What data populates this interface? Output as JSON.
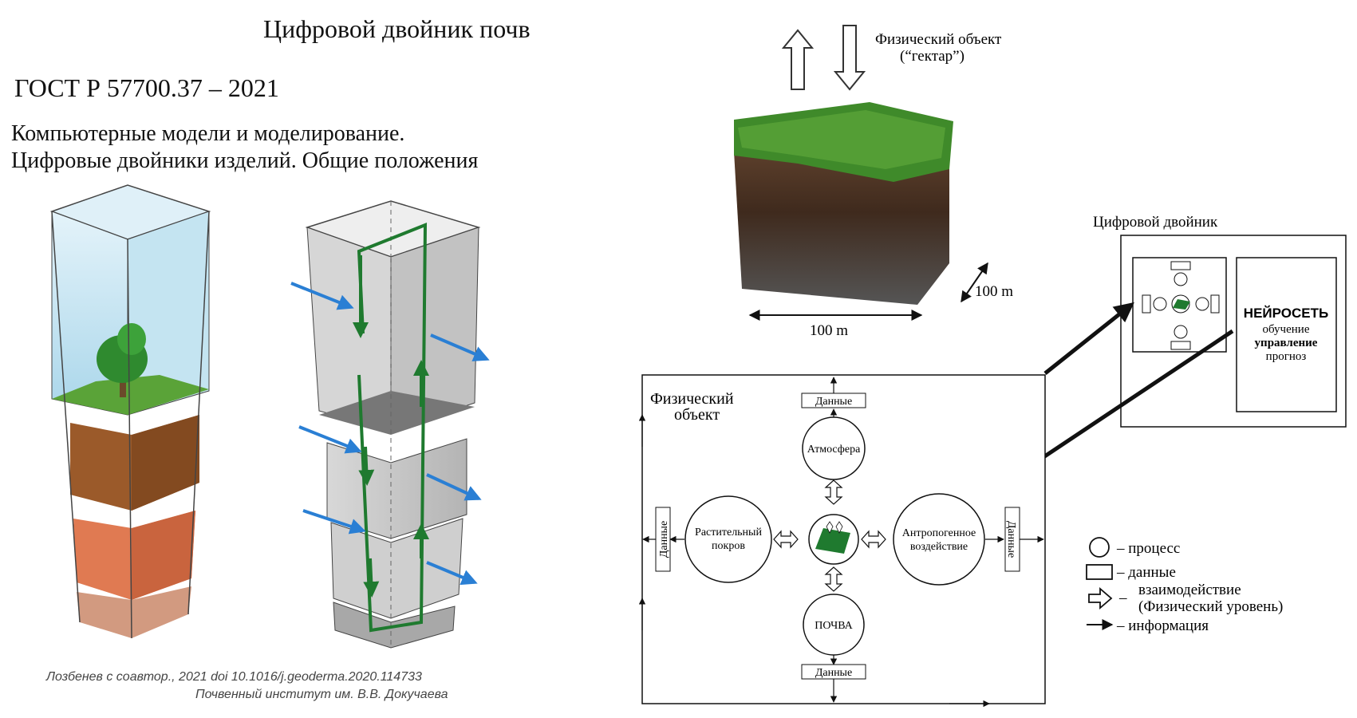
{
  "header": {
    "title": "Цифровой двойник почв",
    "standard": "ГОСТ Р 57700.37 – 2021",
    "subtitle_line1": "Компьютерные модели и моделирование.",
    "subtitle_line2": "Цифровые двойники изделий. Общие положения"
  },
  "citation": {
    "line1": "Лозбенев с соавтор., 2021 doi 10.1016/j.geoderma.2020.114733",
    "line2": "Почвенный институт им. В.В. Докучаева"
  },
  "physical_object_top": {
    "label_line1": "Физический объект",
    "label_line2": "(“гектар”)",
    "dim_width": "100 m",
    "dim_depth": "100 m"
  },
  "digital_twin": {
    "label": "Цифровой двойник",
    "nn_title": "НЕЙРОСЕТЬ",
    "nn_line1": "обучение",
    "nn_line2": "управление",
    "nn_line3": "прогноз"
  },
  "diagram": {
    "frame_label_line1": "Физический",
    "frame_label_line2": "объект",
    "data_label": "Данные",
    "atmosphere": "Атмосфера",
    "vegetation_line1": "Растительный",
    "vegetation_line2": "покров",
    "anthro_line1": "Антропогенное",
    "anthro_line2": "воздействие",
    "soil": "ПОЧВА"
  },
  "legend": {
    "process": "– процесс",
    "data": "– данные",
    "interaction_line1": "взаимодействие",
    "interaction_dash": "–",
    "interaction_line2": "(Физический уровень)",
    "information": "– информация"
  },
  "colors": {
    "sky": "#bfe0ef",
    "soil_brown": "#9b5a2a",
    "soil_orange": "#e07a52",
    "grass": "#3f8a2a",
    "flow_green": "#1f7a2f",
    "flow_blue": "#2a7fd4",
    "gray_box": "#c8c8c8"
  }
}
